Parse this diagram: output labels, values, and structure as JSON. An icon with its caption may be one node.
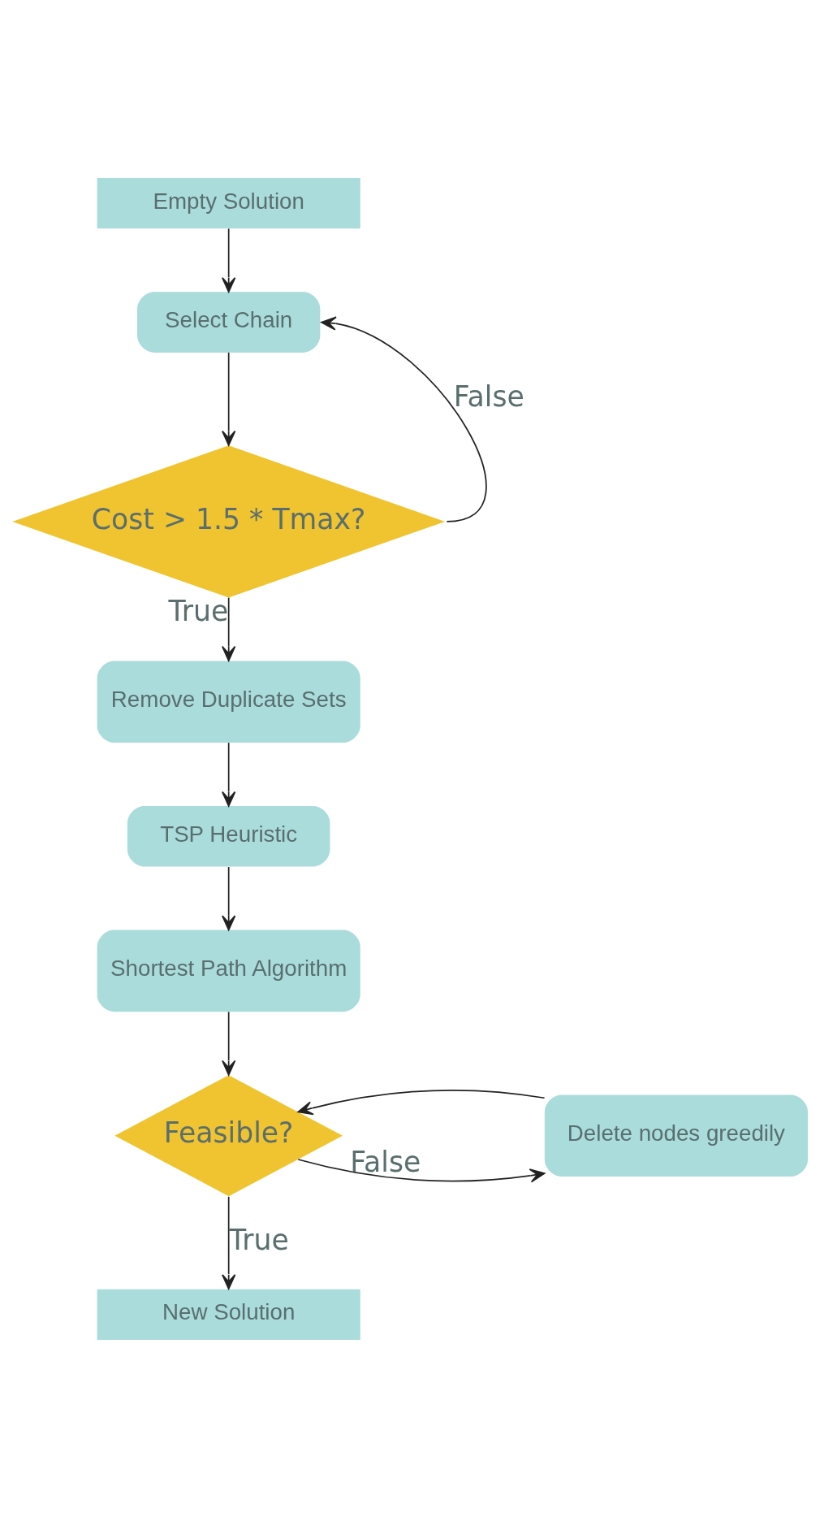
{
  "diagram": {
    "nodes": [
      {
        "text": [
          "Empty Solution"
        ]
      },
      {
        "text": [
          "Select Chain"
        ]
      },
      {
        "text": [
          "Cost > 1.5 * Tmax?"
        ]
      },
      {
        "text": [
          "Remove Duplicate Sets"
        ]
      },
      {
        "text": [
          "TSP Heuristic"
        ]
      },
      {
        "text": [
          "Shortest Path Algorithm"
        ]
      },
      {
        "text": [
          "Feasible?"
        ]
      },
      {
        "text": [
          "Delete nodes greedily"
        ]
      },
      {
        "text": [
          "New Solution"
        ]
      }
    ],
    "edges": [
      {
        "from": 0,
        "to": 1,
        "arrow": "to"
      },
      {
        "from": 2,
        "to": 1,
        "arrow": "to",
        "label": "False"
      },
      {
        "from": 1,
        "to": 2,
        "arrow": "to"
      },
      {
        "from": 2,
        "to": 3,
        "arrow": "to",
        "label": "True"
      },
      {
        "from": 3,
        "to": 4,
        "arrow": "to"
      },
      {
        "from": 4,
        "to": 5,
        "arrow": "to"
      },
      {
        "from": 5,
        "to": 6,
        "arrow": "to"
      },
      {
        "from": 6,
        "to": 7,
        "arrow": "to",
        "label": "False"
      },
      {
        "from": 7,
        "to": 6,
        "arrow": "to"
      },
      {
        "from": 6,
        "to": 8,
        "arrow": "to",
        "label": "True"
      }
    ]
  }
}
